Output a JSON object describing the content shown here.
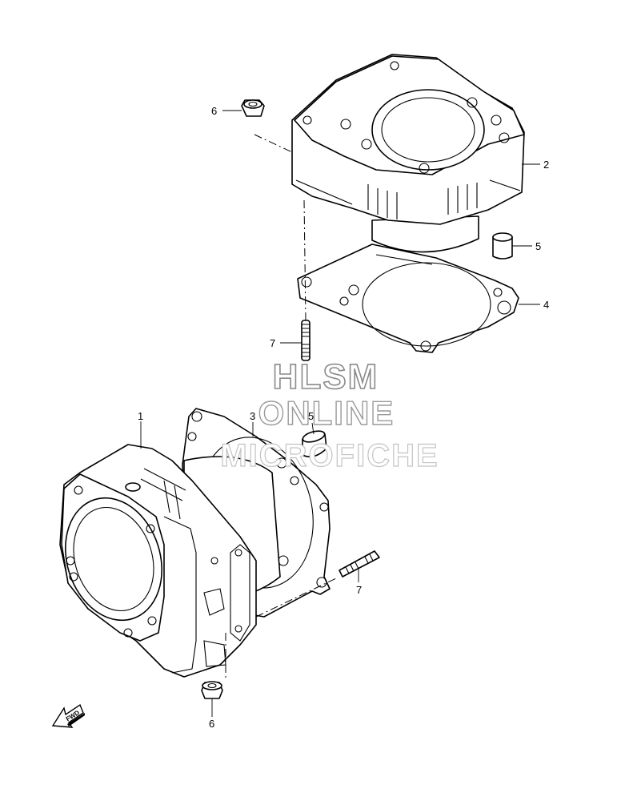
{
  "callouts": {
    "c1": "1",
    "c2": "2",
    "c3": "3",
    "c4": "4",
    "c5_top": "5",
    "c5_mid": "5",
    "c6_top": "6",
    "c6_bottom": "6",
    "c7_top": "7",
    "c7_bottom": "7"
  },
  "watermark": {
    "line1": "HLSM",
    "line2": "ONLINE",
    "line3": "MICROFICHE"
  },
  "fwd_label": "FWD"
}
